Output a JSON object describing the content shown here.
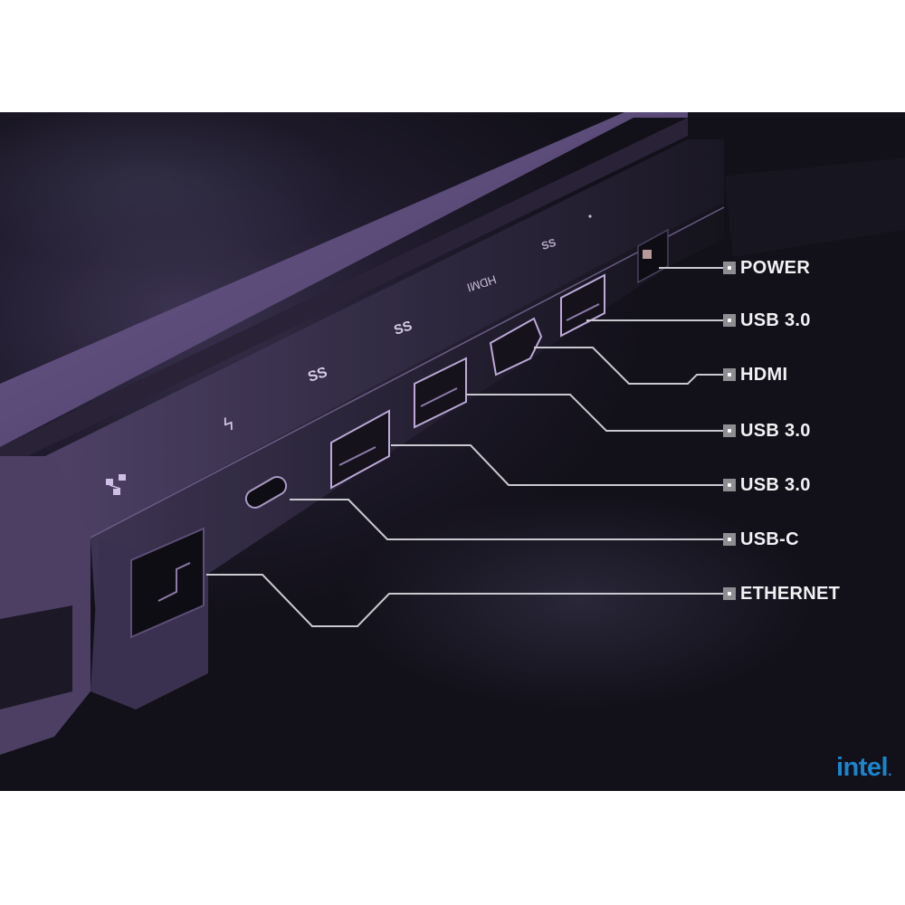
{
  "image": {
    "description": "Laptop rear port panel product shot with callout labels",
    "background_color": "#ffffff",
    "photo_bg_colors": [
      "#3b3350",
      "#221d30",
      "#121019"
    ],
    "chassis_color": "#5e4f7a",
    "callout_line_color": "#c9c9cf"
  },
  "callouts": [
    {
      "label": "POWER",
      "port_icon": "power-port-icon"
    },
    {
      "label": "USB 3.0",
      "port_icon": "usb-superspeed-icon"
    },
    {
      "label": "HDMI",
      "port_icon": "hdmi-icon"
    },
    {
      "label": "USB 3.0",
      "port_icon": "usb-superspeed-icon"
    },
    {
      "label": "USB 3.0",
      "port_icon": "usb-superspeed-icon"
    },
    {
      "label": "USB-C",
      "port_icon": "thunderbolt-icon"
    },
    {
      "label": "ETHERNET",
      "port_icon": "ethernet-network-icon"
    }
  ],
  "chassis_markings": {
    "hdmi_text": "HDMI",
    "usb_ss_text": "SS"
  },
  "brand": {
    "logo_text": "intel",
    "logo_color": "#1a84cc"
  }
}
